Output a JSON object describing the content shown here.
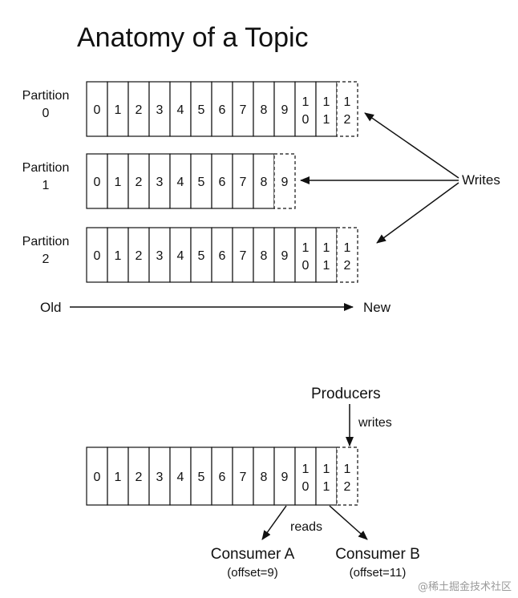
{
  "title": "Anatomy of a Topic",
  "partitions": [
    {
      "label_lines": [
        "Partition",
        "0"
      ],
      "cells": [
        "0",
        "1",
        "2",
        "3",
        "4",
        "5",
        "6",
        "7",
        "8",
        "9",
        "10",
        "11"
      ],
      "pending": "12"
    },
    {
      "label_lines": [
        "Partition",
        "1"
      ],
      "cells": [
        "0",
        "1",
        "2",
        "3",
        "4",
        "5",
        "6",
        "7",
        "8"
      ],
      "pending": "9"
    },
    {
      "label_lines": [
        "Partition",
        "2"
      ],
      "cells": [
        "0",
        "1",
        "2",
        "3",
        "4",
        "5",
        "6",
        "7",
        "8",
        "9",
        "10",
        "11"
      ],
      "pending": "12"
    }
  ],
  "writes_label": "Writes",
  "timeline": {
    "old": "Old",
    "new": "New"
  },
  "producers_label": "Producers",
  "producer_writes_label": "writes",
  "log": {
    "cells": [
      "0",
      "1",
      "2",
      "3",
      "4",
      "5",
      "6",
      "7",
      "8",
      "9",
      "10",
      "11"
    ],
    "pending": "12"
  },
  "reads_label": "reads",
  "consumers": [
    {
      "name": "Consumer A",
      "offset_text": "(offset=9)"
    },
    {
      "name": "Consumer B",
      "offset_text": "(offset=11)"
    }
  ],
  "watermark": "@稀土掘金技术社区"
}
